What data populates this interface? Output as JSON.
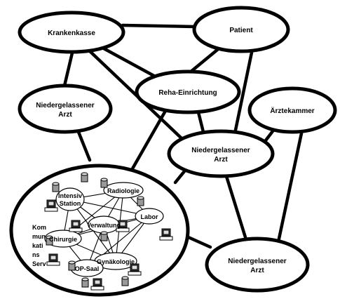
{
  "nodes": {
    "krankenkasse": "Krankenkasse",
    "patient": "Patient",
    "reha": "Reha-Einrichtung",
    "arzt_left_l1": "Niedergelassener",
    "arzt_left_l2": "Arzt",
    "aerztekammer": "Ärztekammer",
    "arzt_mid_l1": "Niedergelassener",
    "arzt_mid_l2": "Arzt",
    "arzt_br_l1": "Niedergelassener",
    "arzt_br_l2": "Arzt"
  },
  "hospital": {
    "intensiv_l1": "Intensiv",
    "intensiv_l2": "Station",
    "radiologie": "Radiologie",
    "verwaltung": "Verwaltung",
    "labor": "Labor",
    "chirurgie": "Chirurgie",
    "gynaekologie": "Gynäkologie",
    "op_saal": "OP-Saal",
    "kom_1": "Kom",
    "kom_2": "mun",
    "kom_3": "kati",
    "kom_4": "ns",
    "kom_5": "Serv"
  }
}
